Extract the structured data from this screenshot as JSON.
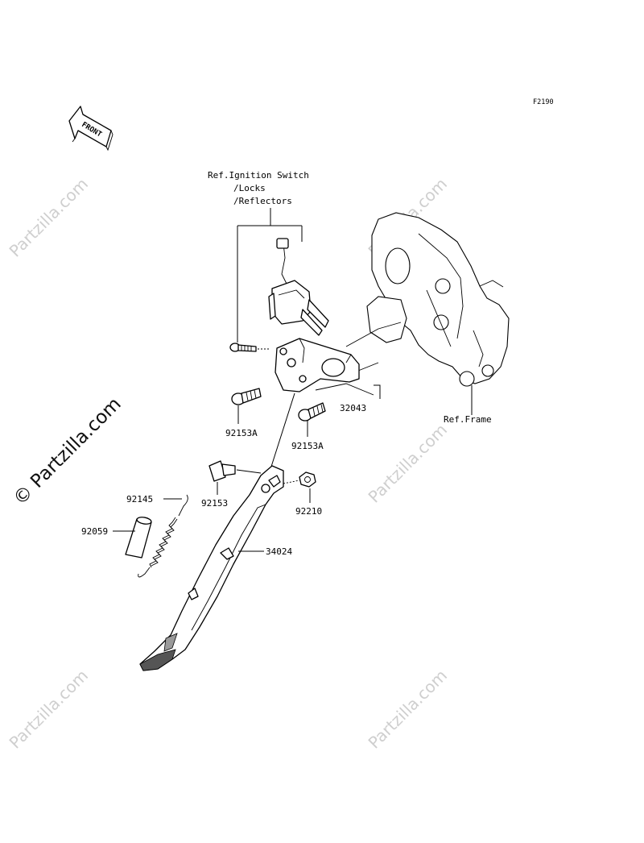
{
  "diagram_code": "F2190",
  "front_arrow_label": "FRONT",
  "reference_labels": {
    "ignition": [
      "Ref.Ignition Switch",
      "/Locks",
      "/Reflectors"
    ],
    "frame": "Ref.Frame"
  },
  "part_labels": {
    "bracket": "32043",
    "bolt_upper": "92153A",
    "bolt_lower": "92153A",
    "pivot_bolt": "92153",
    "nut": "92210",
    "spring": "92145",
    "collar": "92059",
    "side_stand": "34024"
  },
  "watermark": {
    "text": "Partzilla.com",
    "main": "© Partzilla.com"
  }
}
